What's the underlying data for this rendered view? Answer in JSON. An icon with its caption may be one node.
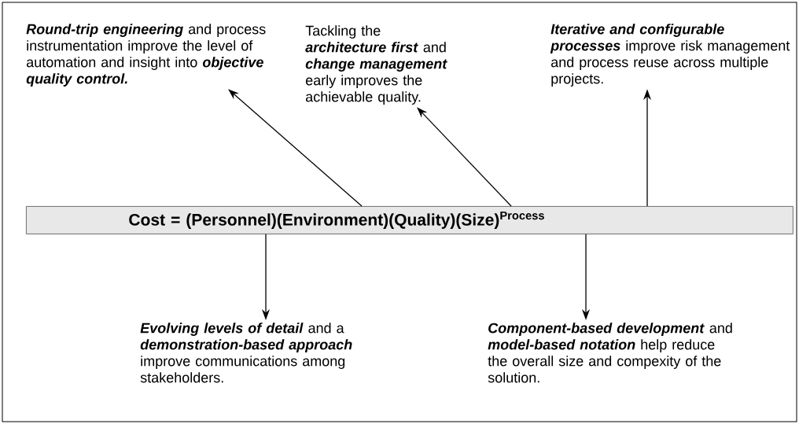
{
  "diagram": {
    "nodes": [
      {
        "text": [
          "**Round-trip engineering** and process instrumentation improve the level of automation and insight into **objective quality control.**"
        ]
      },
      {
        "text": [
          "Tackling the **architecture first** and **change management** early improves the achievable quality."
        ]
      },
      {
        "text": [
          "**Iterative and configurable processes** improve risk management and process reuse across multiple projects."
        ]
      },
      {
        "text": [
          "Cost = (Personnel)(Environment)(Quality)(Size)$^{Process}$"
        ]
      },
      {
        "text": [
          "**Evolving levels of detail** and a **demonstration-based approach** improve communications among stakeholders."
        ]
      },
      {
        "text": [
          "**Component-based development** and **model-based notation** help reduce the overall size and compexity of the solution."
        ]
      }
    ],
    "edges": [
      {
        "from": 3,
        "to": 0,
        "arrow": "to"
      },
      {
        "from": 3,
        "to": 1,
        "arrow": "to"
      },
      {
        "from": 3,
        "to": 2,
        "arrow": "to"
      },
      {
        "from": 3,
        "to": 4,
        "arrow": "to"
      },
      {
        "from": 3,
        "to": 5,
        "arrow": "to"
      }
    ]
  }
}
